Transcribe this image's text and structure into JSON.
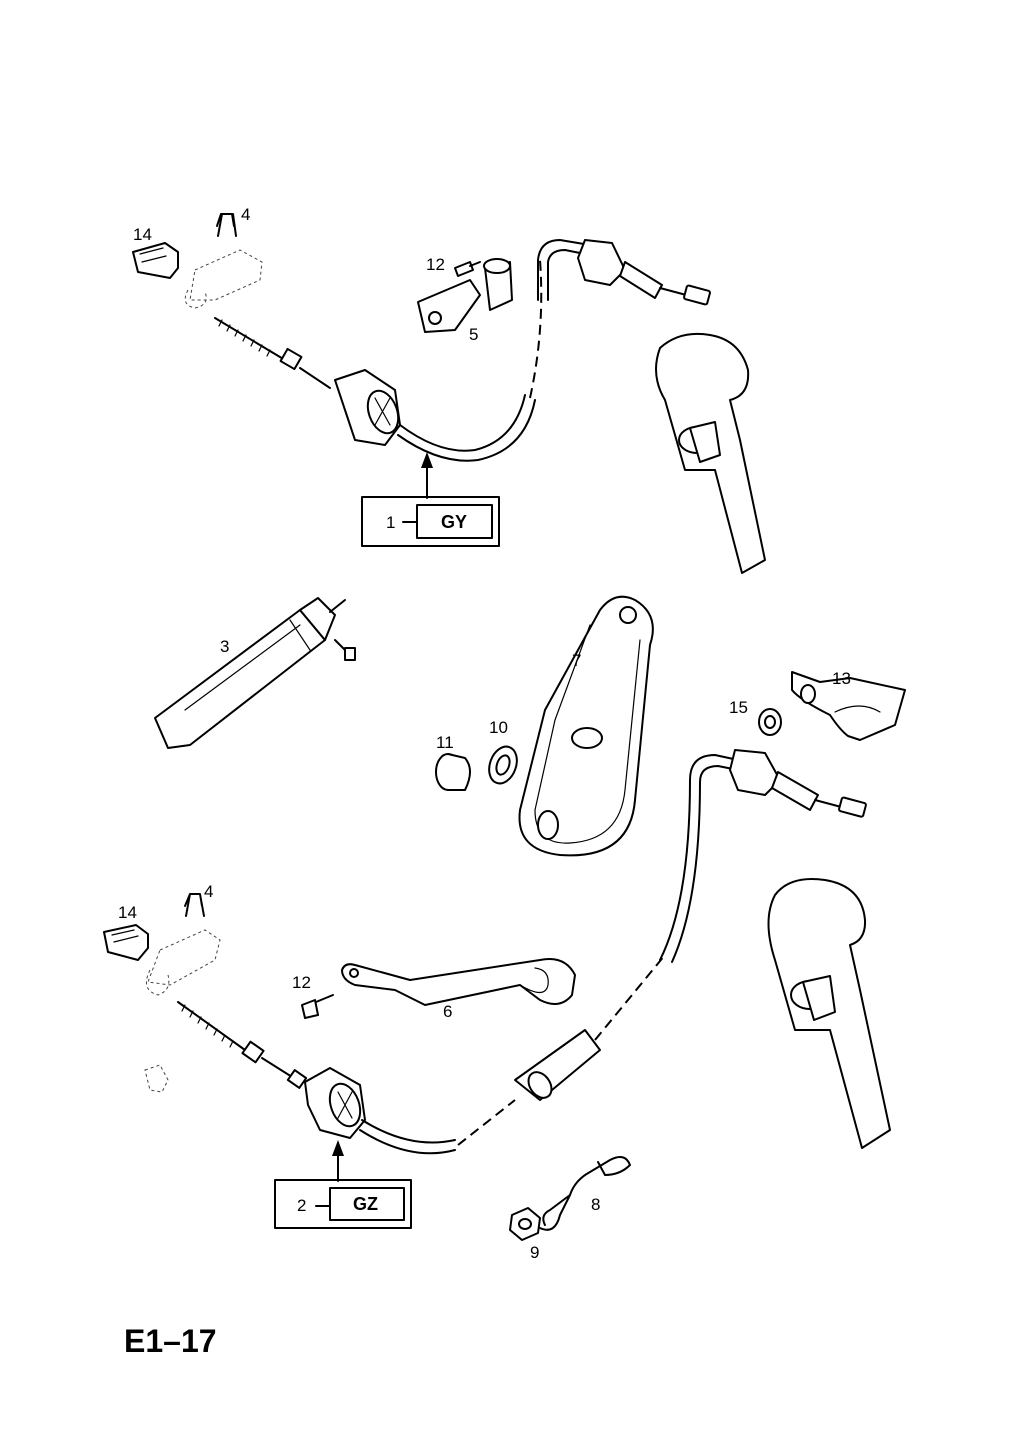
{
  "callouts": {
    "c14a": "14",
    "c4a": "4",
    "c12a": "12",
    "c5": "5",
    "c1": "1",
    "c3": "3",
    "c7": "7",
    "c13": "13",
    "c15": "15",
    "c11": "11",
    "c10": "10",
    "c14b": "14",
    "c4b": "4",
    "c12b": "12",
    "c6": "6",
    "c2": "2",
    "c8": "8",
    "c9": "9"
  },
  "boxes": {
    "gy": "GY",
    "gz": "GZ"
  },
  "page_ref": "E1–17"
}
